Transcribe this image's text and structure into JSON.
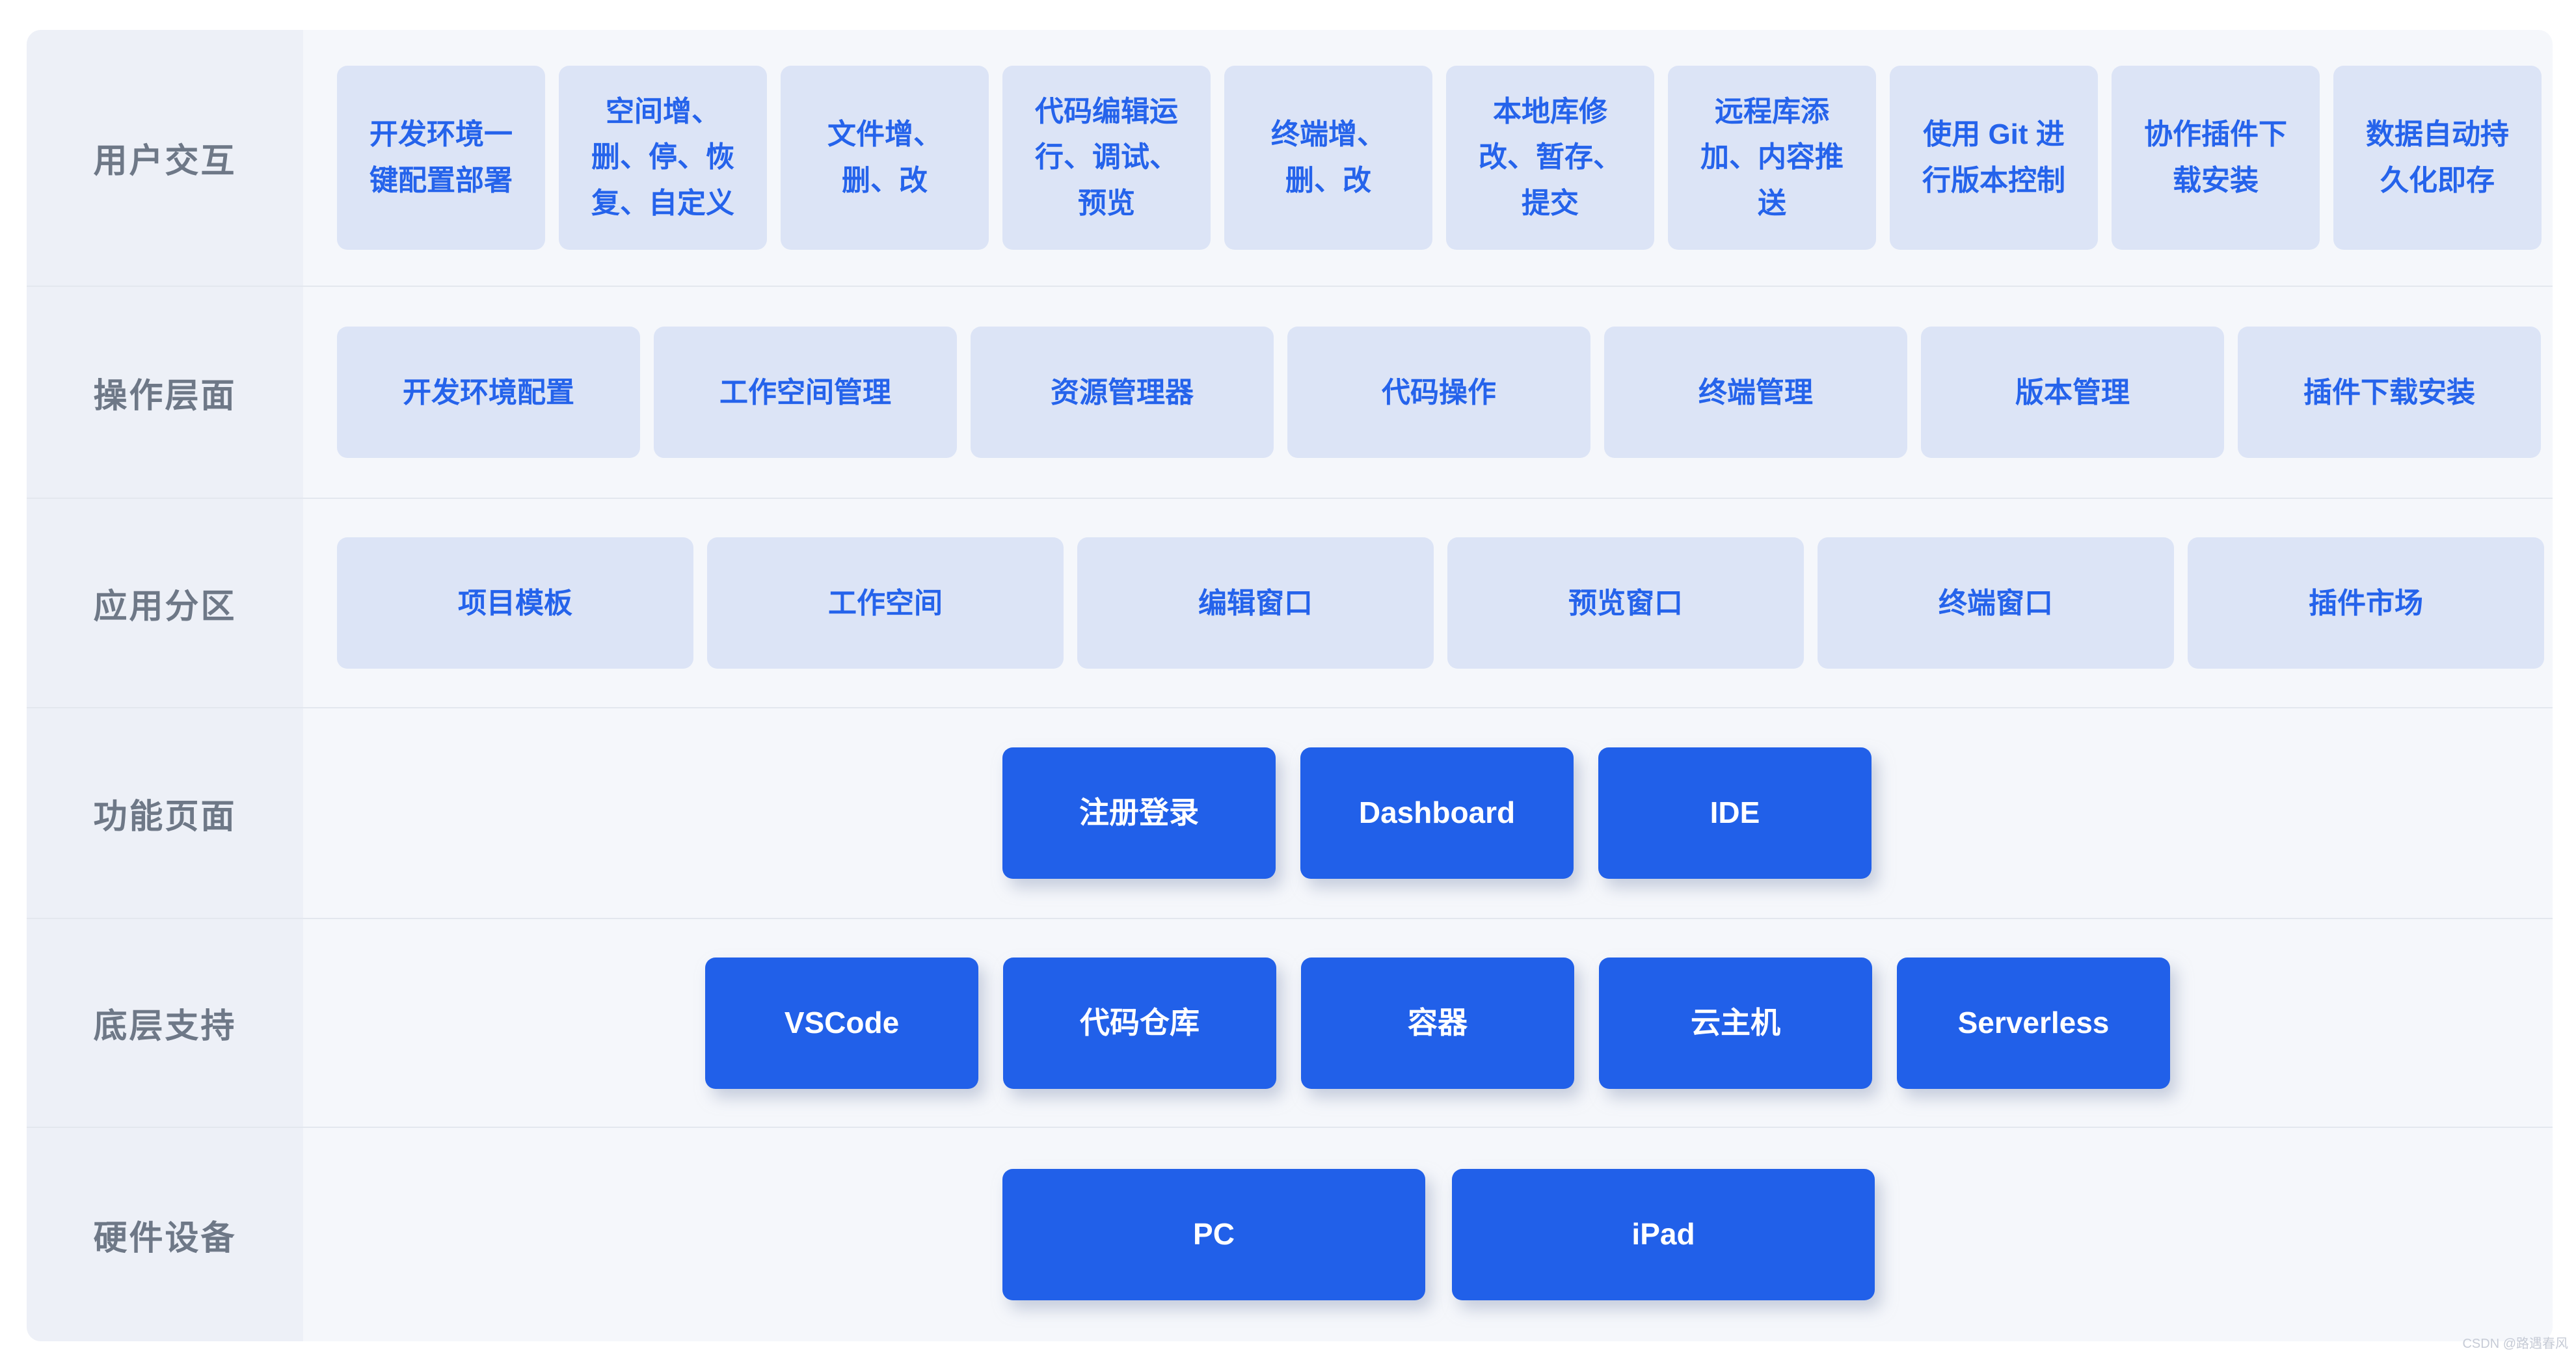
{
  "page": {
    "watermark": "CSDN @路遇春风"
  },
  "colors": {
    "accent_text_blue": "#2563eb",
    "dark_button_blue": "#2160e9",
    "light_cell_blue": "#dce4f6",
    "label_gray": "#6e7887",
    "board_background": "#f5f7fb",
    "label_column_background": "#edf0f7",
    "separator": "#e3e7ee"
  },
  "rows": [
    {
      "label": "用户交互",
      "items": [
        "开发环境一\n键配置部署",
        "空间增、\n删、停、恢\n复、自定义",
        "文件增、\n删、改",
        "代码编辑运\n行、调试、\n预览",
        "终端增、\n删、改",
        "本地库修\n改、暂存、\n提交",
        "远程库添\n加、内容推\n送",
        "使用 Git 进\n行版本控制",
        "协作插件下\n载安装",
        "数据自动持\n久化即存"
      ]
    },
    {
      "label": "操作层面",
      "items": [
        "开发环境配置",
        "工作空间管理",
        "资源管理器",
        "代码操作",
        "终端管理",
        "版本管理",
        "插件下载安装"
      ]
    },
    {
      "label": "应用分区",
      "items": [
        "项目模板",
        "工作空间",
        "编辑窗口",
        "预览窗口",
        "终端窗口",
        "插件市场"
      ]
    },
    {
      "label": "功能页面",
      "items": [
        "注册登录",
        "Dashboard",
        "IDE"
      ]
    },
    {
      "label": "底层支持",
      "items": [
        "VSCode",
        "代码仓库",
        "容器",
        "云主机",
        "Serverless"
      ]
    },
    {
      "label": "硬件设备",
      "items": [
        "PC",
        "iPad"
      ]
    }
  ]
}
